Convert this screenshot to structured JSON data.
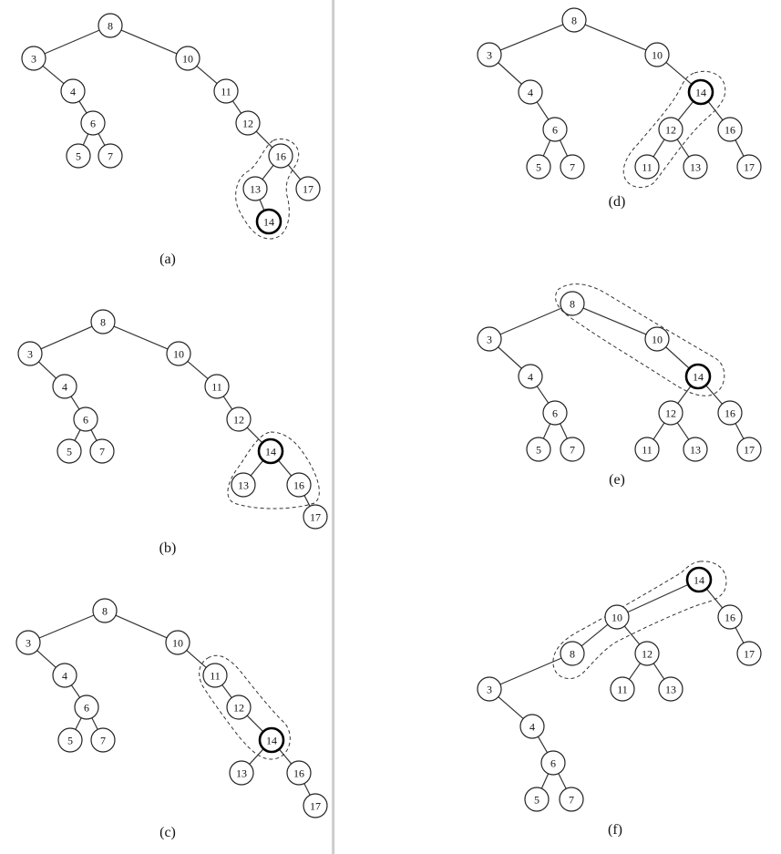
{
  "panels": [
    {
      "id": "a",
      "caption": "(a)",
      "nodes": [
        "8",
        "3",
        "10",
        "4",
        "11",
        "6",
        "12",
        "5",
        "7",
        "16",
        "13",
        "17",
        "14"
      ],
      "edges": [
        [
          "8",
          "3"
        ],
        [
          "8",
          "10"
        ],
        [
          "3",
          "4"
        ],
        [
          "10",
          "11"
        ],
        [
          "4",
          "6"
        ],
        [
          "11",
          "12"
        ],
        [
          "6",
          "5"
        ],
        [
          "6",
          "7"
        ],
        [
          "12",
          "16"
        ],
        [
          "16",
          "13"
        ],
        [
          "16",
          "17"
        ],
        [
          "13",
          "14"
        ]
      ],
      "highlight": "14"
    },
    {
      "id": "b",
      "caption": "(b)",
      "nodes": [
        "8",
        "3",
        "10",
        "4",
        "11",
        "6",
        "12",
        "5",
        "7",
        "14",
        "13",
        "16",
        "17"
      ],
      "edges": [
        [
          "8",
          "3"
        ],
        [
          "8",
          "10"
        ],
        [
          "3",
          "4"
        ],
        [
          "10",
          "11"
        ],
        [
          "4",
          "6"
        ],
        [
          "11",
          "12"
        ],
        [
          "6",
          "5"
        ],
        [
          "6",
          "7"
        ],
        [
          "12",
          "14"
        ],
        [
          "14",
          "13"
        ],
        [
          "14",
          "16"
        ],
        [
          "16",
          "17"
        ]
      ],
      "highlight": "14"
    },
    {
      "id": "c",
      "caption": "(c)",
      "nodes": [
        "8",
        "3",
        "10",
        "4",
        "11",
        "6",
        "12",
        "5",
        "7",
        "14",
        "13",
        "16",
        "17"
      ],
      "edges": [
        [
          "8",
          "3"
        ],
        [
          "8",
          "10"
        ],
        [
          "3",
          "4"
        ],
        [
          "10",
          "11"
        ],
        [
          "4",
          "6"
        ],
        [
          "11",
          "12"
        ],
        [
          "6",
          "5"
        ],
        [
          "6",
          "7"
        ],
        [
          "12",
          "14"
        ],
        [
          "14",
          "13"
        ],
        [
          "14",
          "16"
        ],
        [
          "16",
          "17"
        ]
      ],
      "highlight": "14"
    },
    {
      "id": "d",
      "caption": "(d)",
      "nodes": [
        "8",
        "3",
        "10",
        "4",
        "14",
        "6",
        "12",
        "16",
        "5",
        "7",
        "11",
        "13",
        "17"
      ],
      "edges": [
        [
          "8",
          "3"
        ],
        [
          "8",
          "10"
        ],
        [
          "3",
          "4"
        ],
        [
          "10",
          "14"
        ],
        [
          "4",
          "6"
        ],
        [
          "14",
          "12"
        ],
        [
          "14",
          "16"
        ],
        [
          "6",
          "5"
        ],
        [
          "6",
          "7"
        ],
        [
          "12",
          "11"
        ],
        [
          "12",
          "13"
        ],
        [
          "16",
          "17"
        ]
      ],
      "highlight": "14"
    },
    {
      "id": "e",
      "caption": "(e)",
      "nodes": [
        "8",
        "3",
        "10",
        "4",
        "14",
        "6",
        "12",
        "16",
        "5",
        "7",
        "11",
        "13",
        "17"
      ],
      "edges": [
        [
          "8",
          "3"
        ],
        [
          "8",
          "10"
        ],
        [
          "3",
          "4"
        ],
        [
          "10",
          "14"
        ],
        [
          "4",
          "6"
        ],
        [
          "14",
          "12"
        ],
        [
          "14",
          "16"
        ],
        [
          "6",
          "5"
        ],
        [
          "6",
          "7"
        ],
        [
          "12",
          "11"
        ],
        [
          "12",
          "13"
        ],
        [
          "16",
          "17"
        ]
      ],
      "highlight": "14"
    },
    {
      "id": "f",
      "caption": "(f)",
      "nodes": [
        "14",
        "10",
        "16",
        "8",
        "12",
        "17",
        "3",
        "11",
        "13",
        "4",
        "6",
        "5",
        "7"
      ],
      "edges": [
        [
          "14",
          "10"
        ],
        [
          "14",
          "16"
        ],
        [
          "10",
          "8"
        ],
        [
          "10",
          "12"
        ],
        [
          "16",
          "17"
        ],
        [
          "8",
          "3"
        ],
        [
          "12",
          "11"
        ],
        [
          "12",
          "13"
        ],
        [
          "3",
          "4"
        ],
        [
          "4",
          "6"
        ],
        [
          "6",
          "5"
        ],
        [
          "6",
          "7"
        ]
      ],
      "highlight": "14"
    }
  ]
}
